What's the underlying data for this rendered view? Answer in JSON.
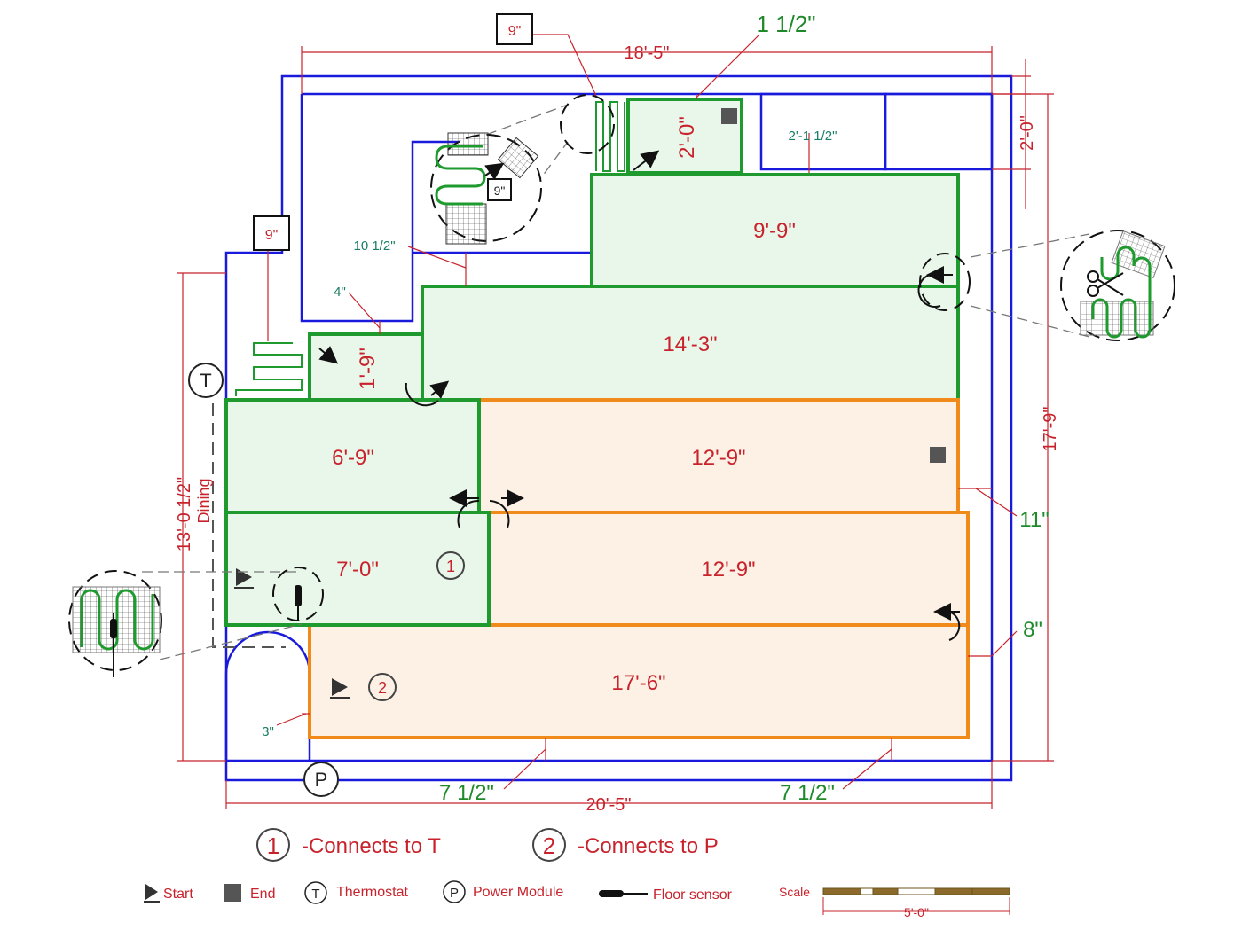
{
  "dimensions": {
    "top_overall": "18'-5\"",
    "bottom_overall": "20'-5\"",
    "right_overall": "17'-9\"",
    "right_top": "2'-0\"",
    "left_overall": "13'-0 1/2\"",
    "closet_width": "2'-1 1/2\"",
    "gap_top": "1 1/2\"",
    "gap_right_a": "11\"",
    "gap_right_b": "8\"",
    "gap_bottom_a": "7 1/2\"",
    "gap_bottom_b": "7 1/2\"",
    "gap_small_a": "10 1/2\"",
    "gap_small_b": "4\"",
    "gap_small_c": "3\"",
    "box_top": "9\"",
    "box_left": "9\"",
    "box_detail": "9\""
  },
  "room_label": "Dining",
  "mats": {
    "m1": "2'-0\"",
    "m2": "9'-9\"",
    "m3": "14'-3\"",
    "m4": "1'-9\"",
    "m5": "6'-9\"",
    "m6": "12'-9\"",
    "m7": "7'-0\"",
    "m8": "12'-9\"",
    "m9": "17'-6\""
  },
  "markers": {
    "circuit1": "1",
    "circuit2": "2",
    "thermostat": "T",
    "power": "P"
  },
  "connections": [
    {
      "num": "1",
      "text": "-Connects to T"
    },
    {
      "num": "2",
      "text": "-Connects to P"
    }
  ],
  "legend": {
    "start": "Start",
    "end": "End",
    "thermostat_symbol": "T",
    "thermostat": "Thermostat",
    "power_symbol": "P",
    "power": "Power Module",
    "sensor": "Floor sensor",
    "scale": "Scale",
    "scale_value": "5'-0\""
  },
  "colors": {
    "wall": "#1a1adc",
    "dimension": "#c8232c",
    "green_mat": "#1e9a2e",
    "orange_mat": "#f08a1a"
  }
}
